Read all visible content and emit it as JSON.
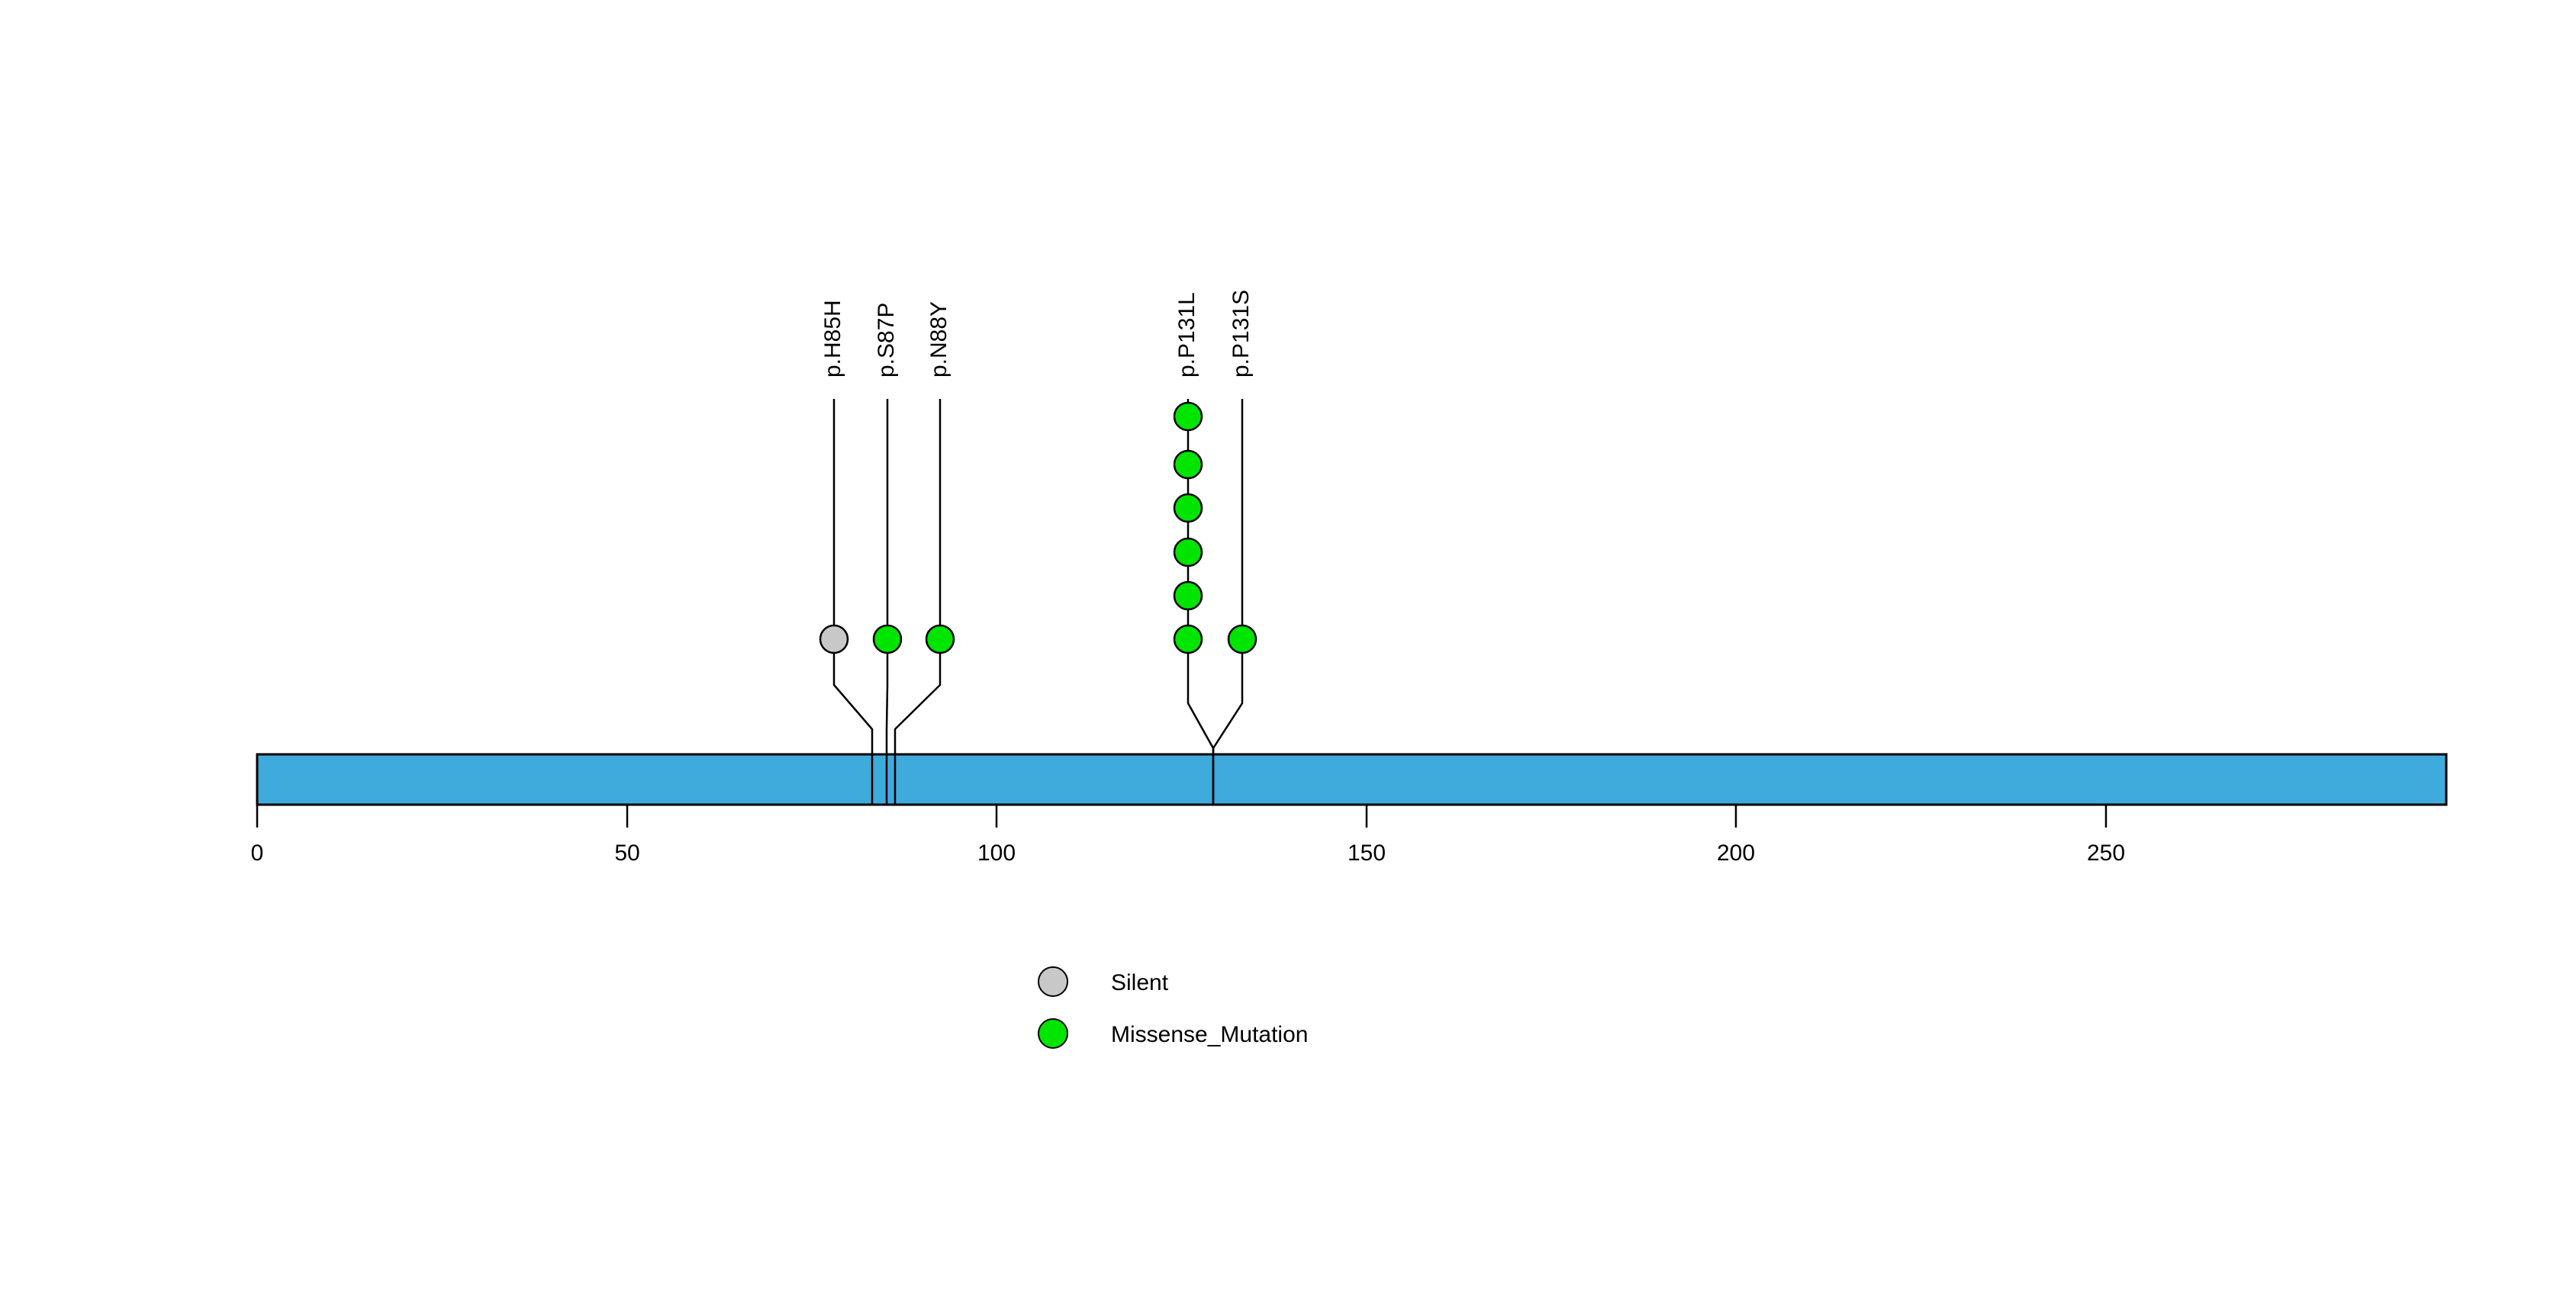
{
  "chart_data": {
    "type": "lollipop",
    "title": "",
    "xlabel": "",
    "ylabel": "",
    "xlim": [
      0,
      296
    ],
    "grid": false,
    "protein": {
      "name": "",
      "length": 296,
      "color": "#3FAADC",
      "border_color": "#000000"
    },
    "axis": {
      "ticks": [
        0,
        50,
        100,
        150,
        200,
        250
      ],
      "tick_labels": [
        "0",
        "50",
        "100",
        "150",
        "200",
        "250"
      ]
    },
    "lollipops": [
      {
        "label": "p.H85H",
        "position": 85,
        "count": 1,
        "type": "Silent",
        "color": "#C8C8C8"
      },
      {
        "label": "p.S87P",
        "position": 87,
        "count": 1,
        "type": "Missense_Mutation",
        "color": "#00E500"
      },
      {
        "label": "p.N88Y",
        "position": 88,
        "count": 1,
        "type": "Missense_Mutation",
        "color": "#00E500"
      },
      {
        "label": "p.P131L",
        "position": 131,
        "count": 6,
        "type": "Missense_Mutation",
        "color": "#00E500"
      },
      {
        "label": "p.P131S",
        "position": 131,
        "count": 1,
        "type": "Missense_Mutation",
        "color": "#00E500"
      }
    ],
    "legend": {
      "position": "bottom-center",
      "entries": [
        {
          "label": "Silent",
          "color": "#C8C8C8"
        },
        {
          "label": "Missense_Mutation",
          "color": "#00E500"
        }
      ]
    }
  }
}
